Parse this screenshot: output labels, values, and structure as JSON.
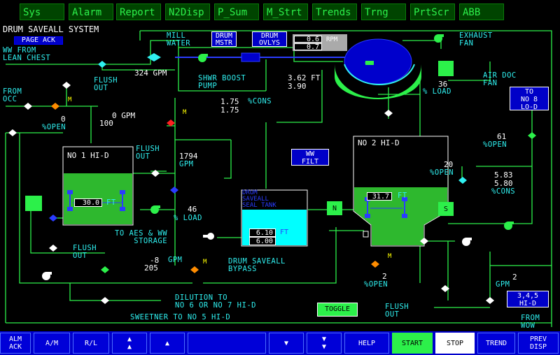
{
  "topbar": {
    "buttons": [
      "Sys",
      "Alarm",
      "Report",
      "N2Disp",
      "P_Sum",
      "M_Strt",
      "Trends",
      "Trng",
      "PrtScr",
      "ABB"
    ]
  },
  "title": "DRUM SAVEALL SYSTEM",
  "page_ack": "PAGE ACK",
  "labels": {
    "ww_from": "WW FROM\nLEAN CHEST",
    "mill_water": "MILL\nWATER",
    "drum_mstr": "DRUM\nMSTR",
    "drum_ovlys": "DRUM\nOVLYS",
    "rpm_unit": "RPM",
    "exhaust_fan": "EXHAUST\nFAN",
    "flush_out_1": "FLUSH\nOUT",
    "from_occ": "FROM\nOCC",
    "shwr_boost": "SHWR BOOST\nPUMP",
    "air_doc_fan": "AIR DOC\nFAN",
    "pct_load_1": "% LOAD",
    "to_no8": "TO\nNO 8\nLO-D",
    "pct_cons_1": "%CONS",
    "gpm_label_1": "0 GPM",
    "pct_open_1": "%OPEN",
    "flush_out_2": "FLUSH\nOUT",
    "gpm_unit_2": "GPM",
    "no1_hid": "NO 1 HI-D",
    "ww_filt": "WW\nFILT",
    "no2_hid": "NO 2 HI-D",
    "pct_open_2": "%OPEN",
    "pct_open_3": "%OPEN",
    "pct_cons_2": "%CONS",
    "ft_unit": "FT",
    "seal_tank": "DRUM\nSAVEALL\nSEAL TANK",
    "pct_load_2": "% LOAD",
    "n_label": "N",
    "s_label": "S",
    "to_aes": "TO AES & WW\nSTORAGE",
    "flush_out_3": "FLUSH\nOUT",
    "gpm_label_3": "GPM",
    "drum_bypass": "DRUM SAVEALL\nBYPASS",
    "pct_open_4": "%OPEN",
    "gpm_label_4": "GPM",
    "dilution": "DILUTION TO\nNO 6 OR NO 7 HI-D",
    "toggle": "TOGGLE",
    "flush_out_4": "FLUSH\nOUT",
    "hid345": "3,4,5\nHI-D",
    "sweetner": "SWEETNER TO NO 5 HI-D",
    "from_wow": "FROM\nWOW",
    "m": "M"
  },
  "values": {
    "rpm_sp": "0.6",
    "rpm_pv": "0.7",
    "gpm_324": "324 GPM",
    "ft_362": "3.62 FT",
    "ft_390": "3.90",
    "load_36": "36",
    "cons_175a": "1.75",
    "cons_175b": "1.75",
    "occ_open": "0",
    "occ_100": "100",
    "gpm_1794": "1794",
    "open_61": "61",
    "open_20": "20",
    "cons_583": "5.83",
    "cons_580": "5.80",
    "hid1_level": "30.0",
    "hid2_level": "31.7",
    "seal_level_a": "6.10",
    "seal_level_b": "6.00",
    "load_46": "46",
    "gpm_neg8": "-8",
    "gpm_205": "205",
    "open_2": "2",
    "gpm_2": "2"
  },
  "bottombar": {
    "buttons": [
      "ALM\nACK",
      "A/M",
      "R/L",
      "▲\n▲",
      "▲",
      "",
      "▼",
      "▼\n▼",
      "HELP",
      "START",
      "STOP",
      "TREND",
      "PREV\nDISP"
    ]
  },
  "colors": {
    "background": "#000000",
    "line": "#2cf04a",
    "cyan_text": "#2ff0f0",
    "tank_green": "#2eb82e",
    "drum_blue": "#0000cc",
    "seal_cyan": "#00ffff"
  }
}
